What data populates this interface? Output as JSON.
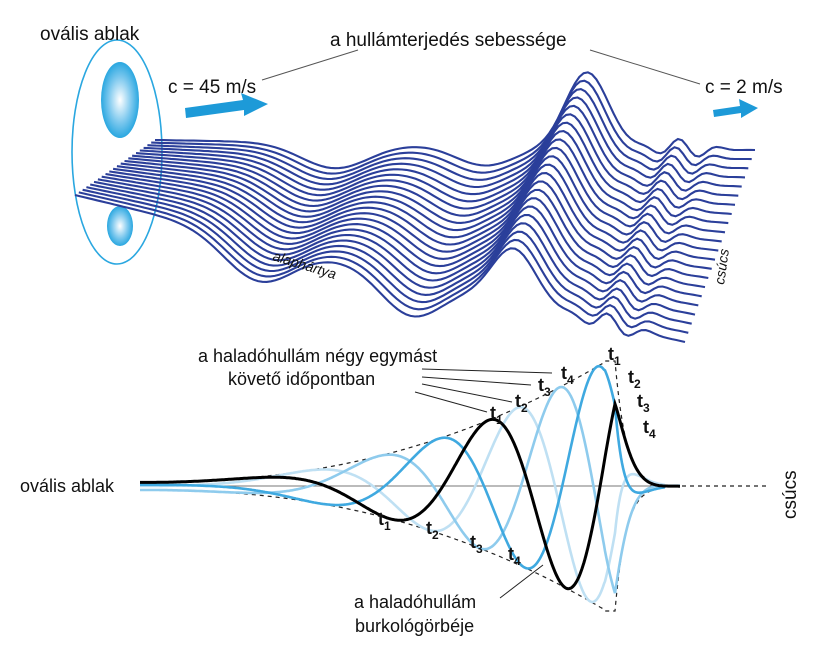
{
  "labels": {
    "oval_window_top": "ovális ablak",
    "wave_speed": "a hullámterjedés sebessége",
    "speed_base": "c = 45 m/s",
    "speed_apex": "c = 2 m/s",
    "basilar_membrane": "alaphártya",
    "apex_top": "csúcs",
    "four_times_line1": "a haladóhullám négy egymást",
    "four_times_line2": "követő időpontban",
    "oval_window_bottom": "ovális ablak",
    "apex_bottom": "csúcs",
    "envelope_line1": "a haladóhullám",
    "envelope_line2": "burkológörbéje",
    "t1": "t",
    "t2": "t",
    "t3": "t",
    "t4": "t",
    "sub1": "1",
    "sub2": "2",
    "sub3": "3",
    "sub4": "4"
  },
  "colors": {
    "membrane_lines": "#2b3f9a",
    "oval_window": "#2aa7e0",
    "arrow": "#1d9ad8",
    "t1": "#bfe0f3",
    "t2": "#8ecbed",
    "t3": "#3fa9e0",
    "t4": "#000000"
  }
}
